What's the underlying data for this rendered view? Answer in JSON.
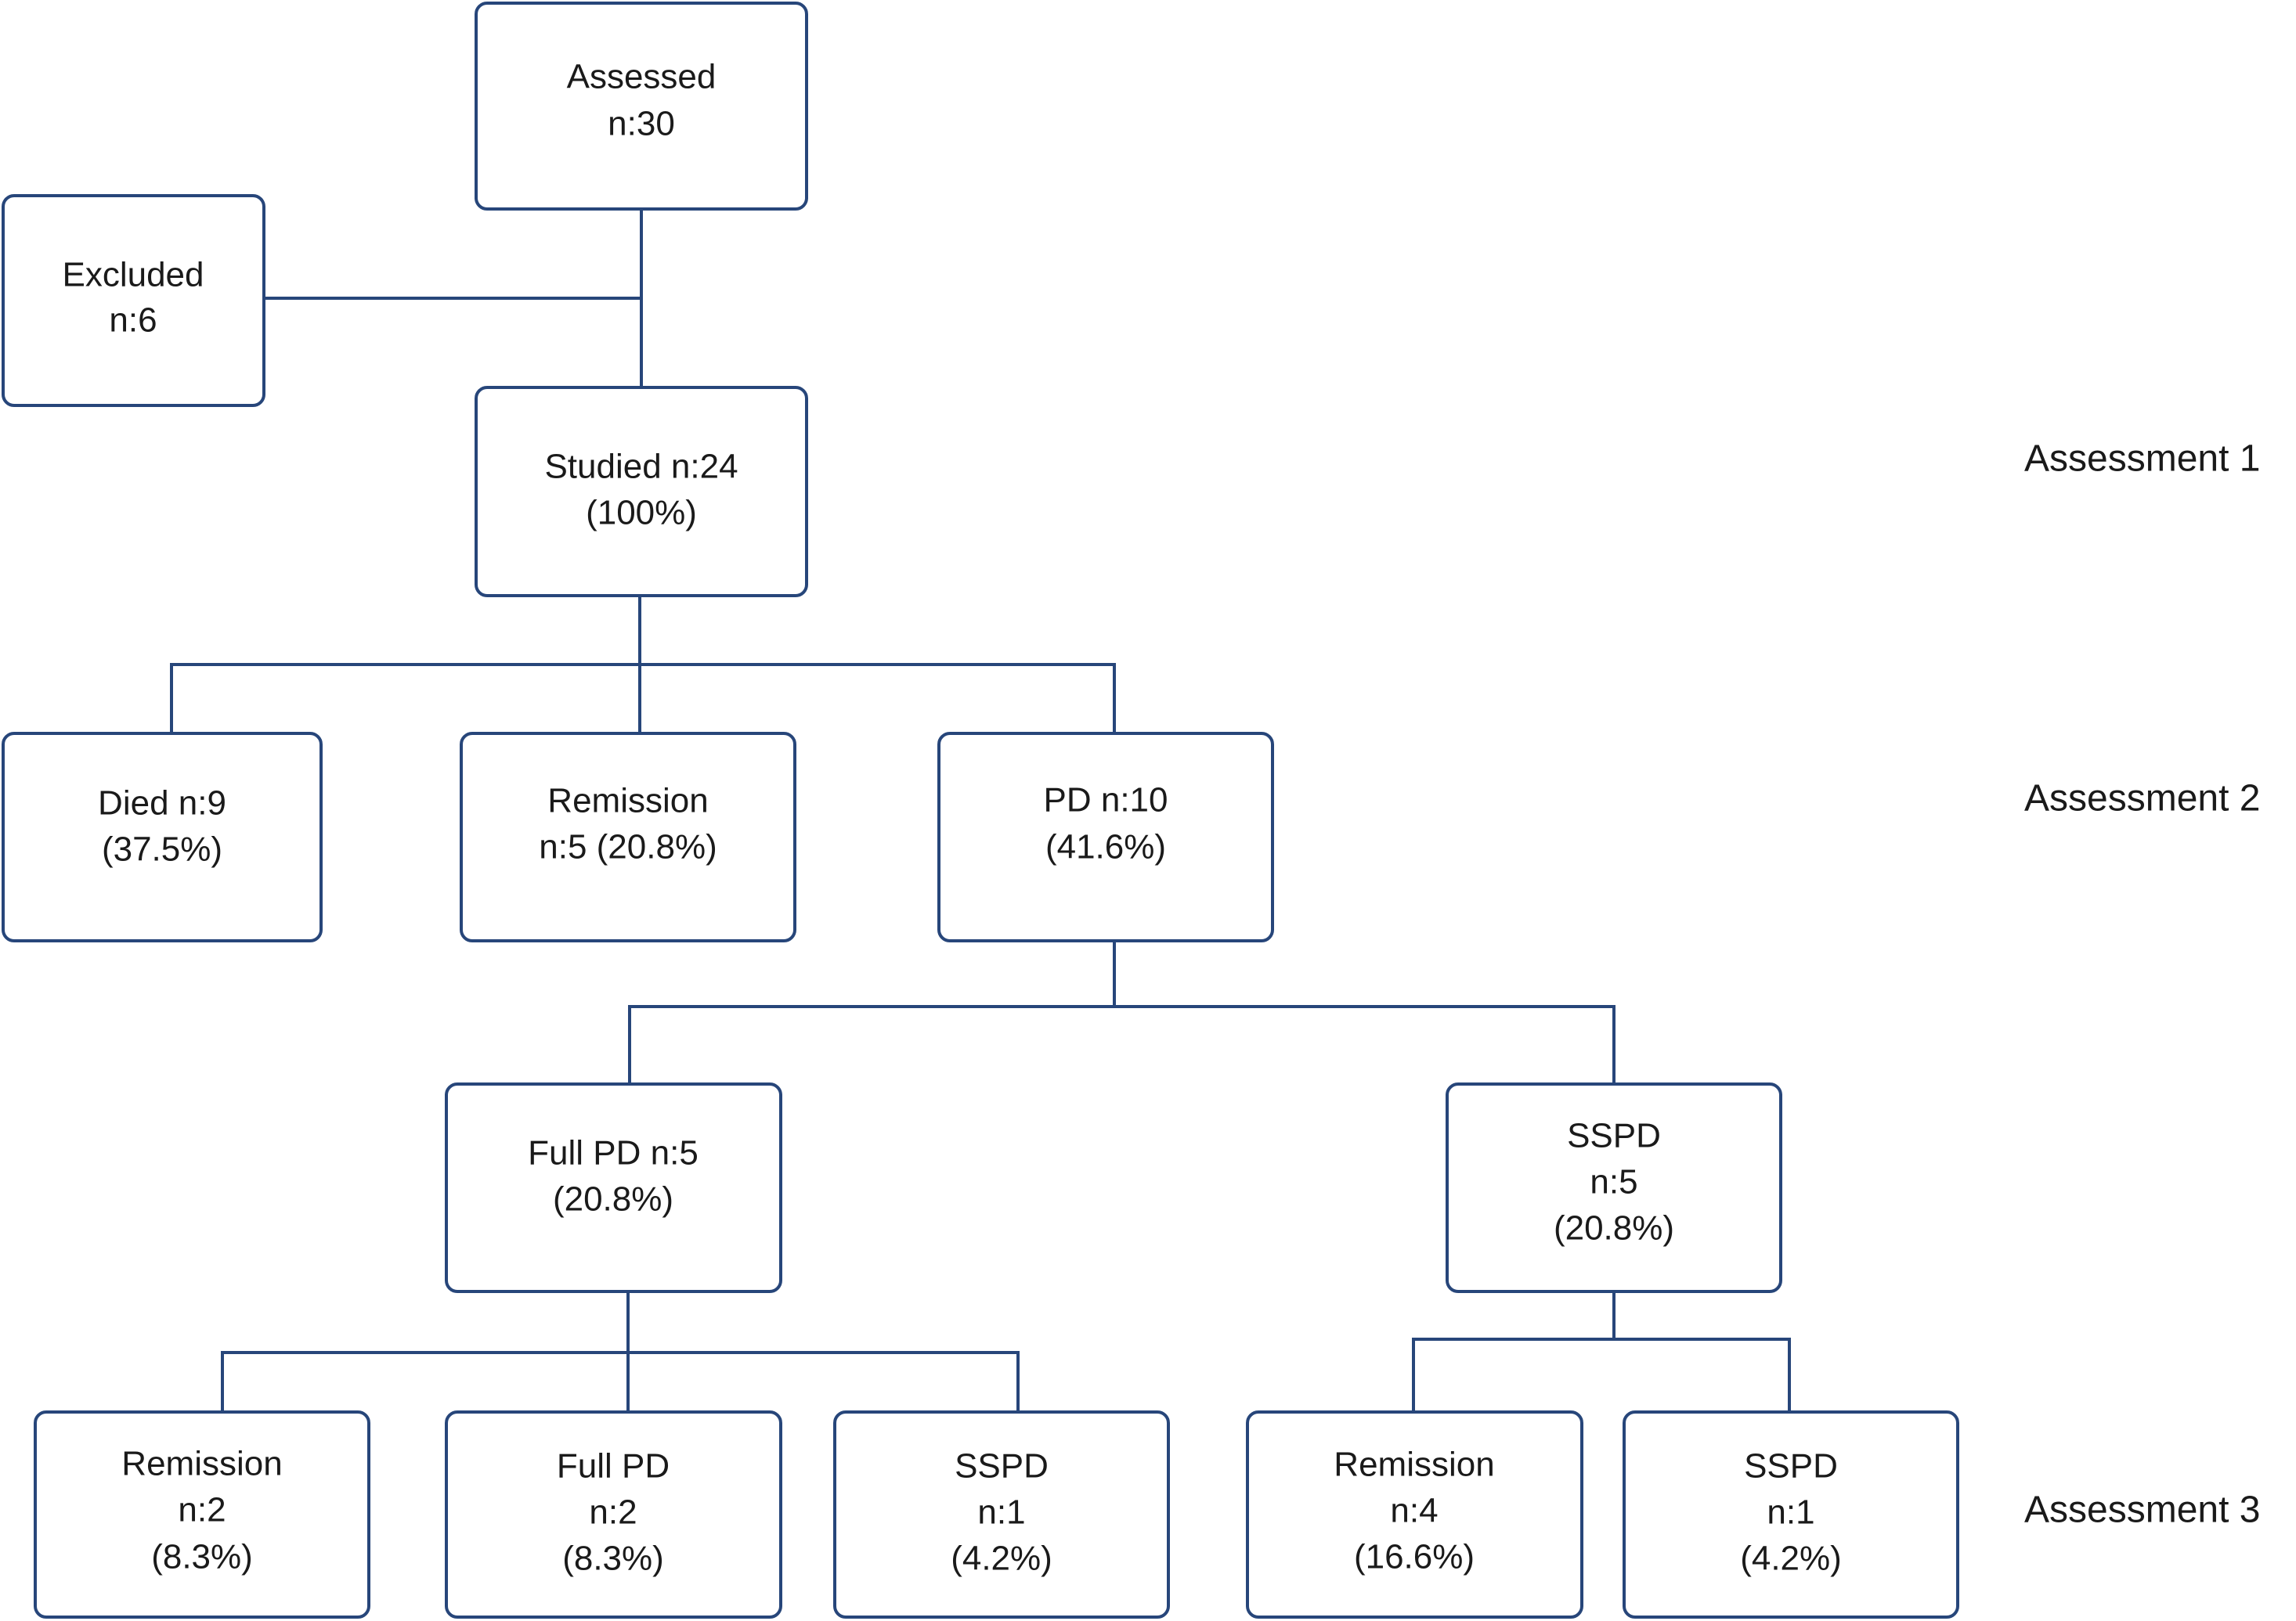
{
  "colors": {
    "box_stroke": "#27467a",
    "connector": "#27467a",
    "text": "#1a1a1a",
    "background": "#ffffff"
  },
  "nodes": {
    "assessed": {
      "lines": [
        "Assessed",
        "n:30"
      ]
    },
    "excluded": {
      "lines": [
        "Excluded",
        "n:6"
      ]
    },
    "studied": {
      "lines": [
        "Studied n:24",
        "(100%)"
      ]
    },
    "died": {
      "lines": [
        "Died n:9",
        "(37.5%)"
      ]
    },
    "remission_a2": {
      "lines": [
        "Remission",
        "n:5 (20.8%)"
      ]
    },
    "pd": {
      "lines": [
        "PD n:10",
        "(41.6%)"
      ]
    },
    "full_pd_a3": {
      "lines": [
        "Full PD n:5",
        "(20.8%)"
      ]
    },
    "sspd_a3": {
      "lines": [
        "SSPD",
        "n:5",
        "(20.8%)"
      ]
    },
    "remission_from_full_pd": {
      "lines": [
        "Remission",
        "n:2",
        "(8.3%)"
      ]
    },
    "full_pd_from_full_pd": {
      "lines": [
        "Full PD",
        "n:2",
        "(8.3%)"
      ]
    },
    "sspd_from_full_pd": {
      "lines": [
        "SSPD",
        "n:1",
        "(4.2%)"
      ]
    },
    "remission_from_sspd": {
      "lines": [
        "Remission",
        "n:4",
        "(16.6%)"
      ]
    },
    "sspd_from_sspd": {
      "lines": [
        "SSPD",
        "n:1",
        "(4.2%)"
      ]
    }
  },
  "stages": [
    "Assessment 1",
    "Assessment 2",
    "Assessment 3"
  ]
}
